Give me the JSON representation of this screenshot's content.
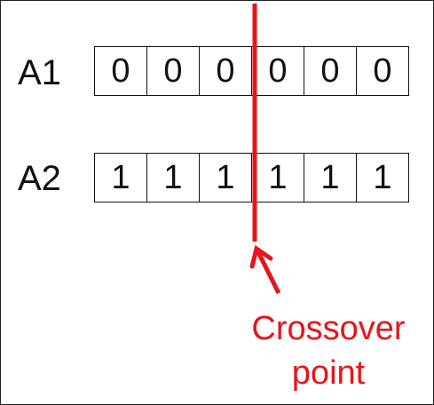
{
  "rows": [
    {
      "label": "A1",
      "bits": [
        "0",
        "0",
        "0",
        "0",
        "0",
        "0"
      ]
    },
    {
      "label": "A2",
      "bits": [
        "1",
        "1",
        "1",
        "1",
        "1",
        "1"
      ]
    }
  ],
  "annotation": {
    "line1": "Crossover",
    "line2": "point"
  },
  "colors": {
    "accent": "#e8141b",
    "text": "#111111"
  }
}
